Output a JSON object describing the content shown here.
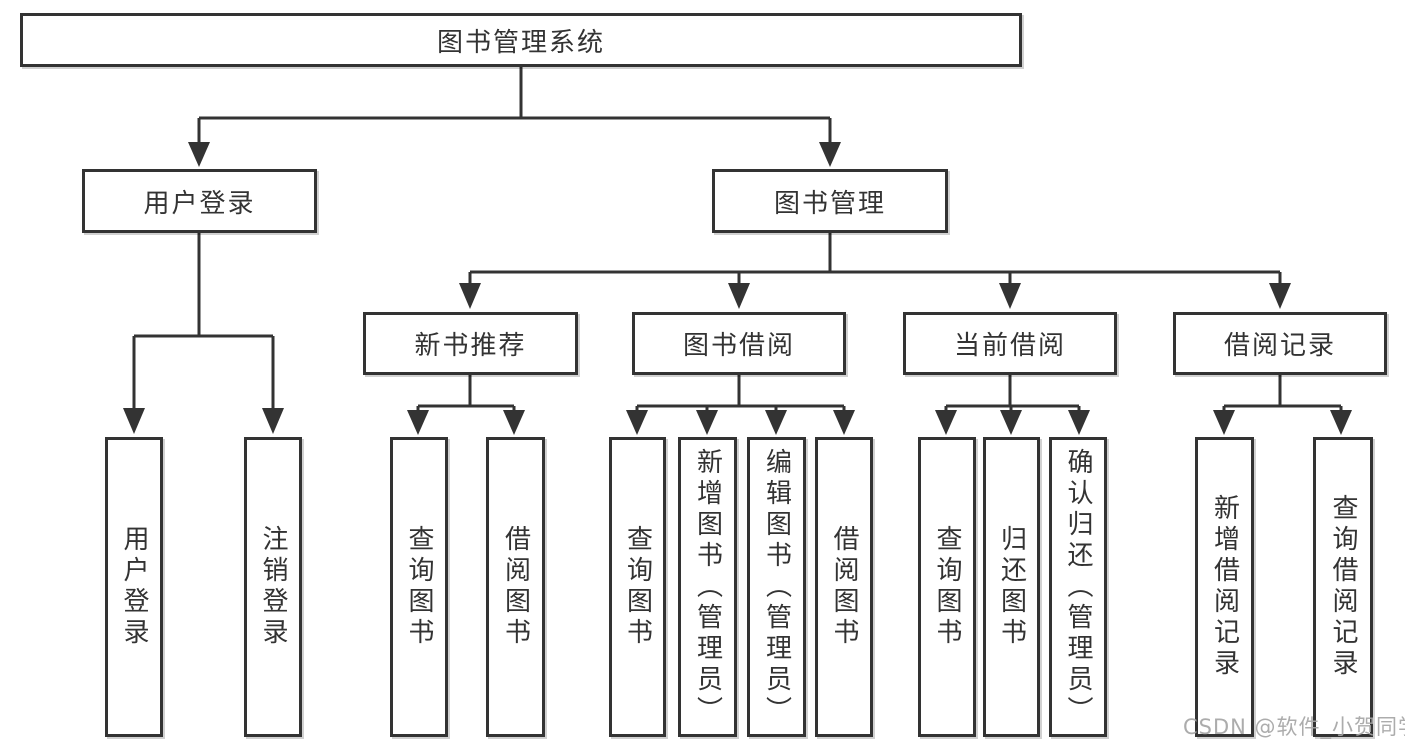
{
  "tree": {
    "root": {
      "label": "图书管理系统"
    },
    "branches": [
      {
        "label": "用户登录",
        "leaves": [
          {
            "label": "用户登录"
          },
          {
            "label": "注销登录"
          }
        ]
      },
      {
        "label": "图书管理",
        "groups": [
          {
            "label": "新书推荐",
            "leaves": [
              {
                "label": "查询图书"
              },
              {
                "label": "借阅图书"
              }
            ]
          },
          {
            "label": "图书借阅",
            "leaves": [
              {
                "label": "查询图书"
              },
              {
                "label": "新增图书（管理员）"
              },
              {
                "label": "编辑图书（管理员）"
              },
              {
                "label": "借阅图书"
              }
            ]
          },
          {
            "label": "当前借阅",
            "leaves": [
              {
                "label": "查询图书"
              },
              {
                "label": "归还图书"
              },
              {
                "label": "确认归还（管理员）"
              }
            ]
          },
          {
            "label": "借阅记录",
            "leaves": [
              {
                "label": "新增借阅记录"
              },
              {
                "label": "查询借阅记录"
              }
            ]
          }
        ]
      }
    ]
  },
  "watermark": "CSDN @软件_小贺同学",
  "colors": {
    "line": "#333333",
    "box_border": "#333333",
    "text": "#333333",
    "background": "#ffffff",
    "watermark": "#a5a5a5"
  }
}
